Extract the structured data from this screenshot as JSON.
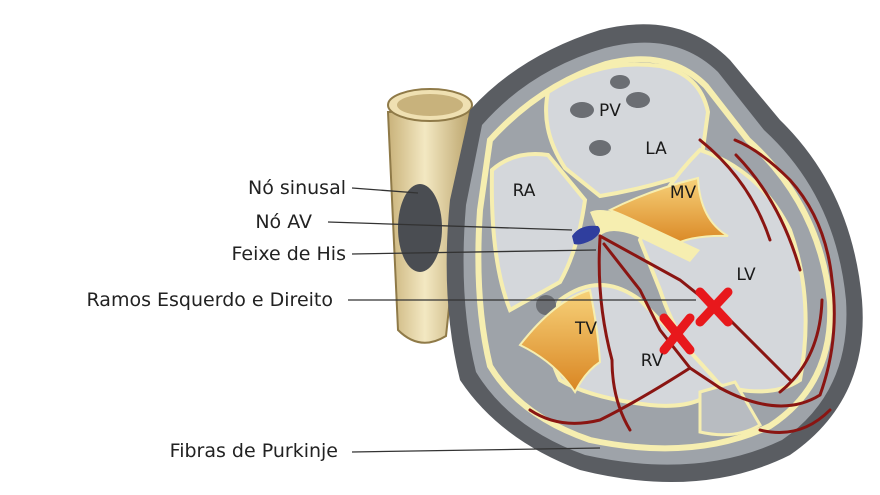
{
  "labels": {
    "sa_node": "Nó sinusal",
    "av_node": "Nó AV",
    "his_bundle": "Feixe de His",
    "bundle_branches": "Ramos Esquerdo e Direito",
    "purkinje": "Fibras de Purkinje"
  },
  "chambers": {
    "pv": "PV",
    "la": "LA",
    "ra": "RA",
    "mv": "MV",
    "lv": "LV",
    "tv": "TV",
    "rv": "RV"
  },
  "colors": {
    "outer_wall": "#5a5d62",
    "tissue": "#9ea3a9",
    "chamber": "#d4d7db",
    "conduction": "#f6eeb0",
    "purkinje": "#8a1512",
    "valve": "#e8a13d",
    "av_node": "#2f3e9e",
    "block": "#e8181c",
    "vessel": "#e8d9a8"
  }
}
